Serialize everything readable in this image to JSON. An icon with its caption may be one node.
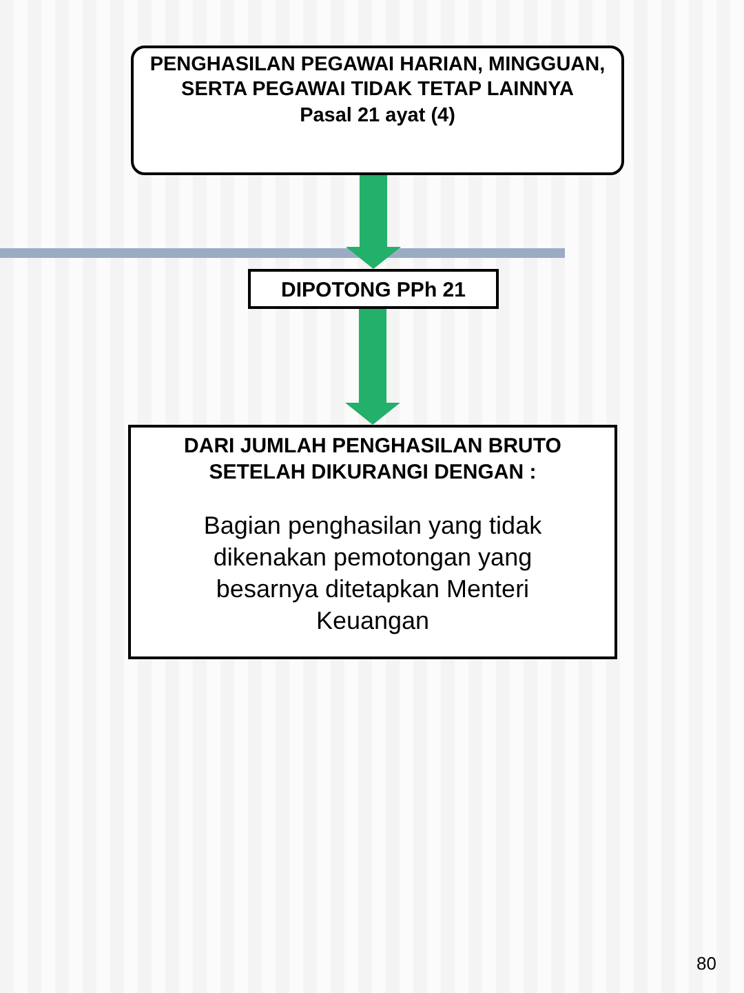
{
  "diagram": {
    "nodes": [
      {
        "text": [
          "PENGHASILAN PEGAWAI HARIAN, MINGGUAN, SERTA PEGAWAI TIDAK TETAP LAINNYA",
          "Pasal 21 ayat (4)"
        ]
      },
      {
        "text": [
          "DIPOTONG PPh 21"
        ]
      },
      {
        "text": [
          "DARI JUMLAH PENGHASILAN BRUTO SETELAH DIKURANGI DENGAN :",
          "Bagian penghasilan yang tidak dikenakan pemotongan yang besarnya ditetapkan Menteri Keuangan"
        ]
      }
    ],
    "edges": [
      {
        "from": 0,
        "to": 1,
        "arrow": "to"
      },
      {
        "from": 1,
        "to": 2,
        "arrow": "to"
      }
    ],
    "labels": [
      "80"
    ]
  }
}
